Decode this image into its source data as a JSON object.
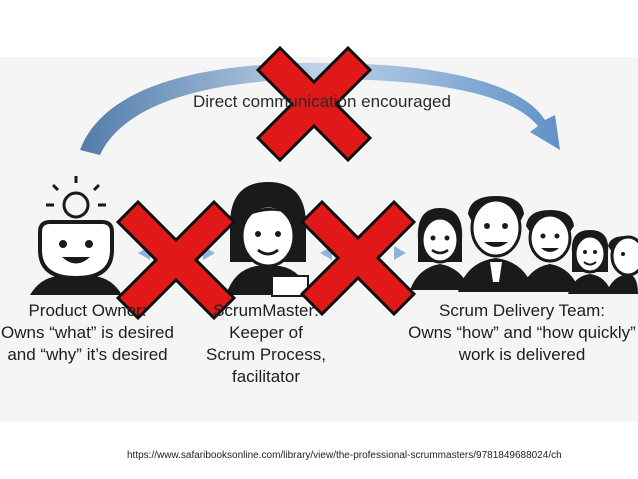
{
  "arc_label": "Direct communication encouraged",
  "roles": {
    "owner": {
      "lines": [
        "Product Owner:",
        "Owns “what” is desired",
        "and “why” it’s desired"
      ]
    },
    "master": {
      "lines": [
        "ScrumMaster:",
        "Keeper of",
        "Scrum Process,",
        "facilitator"
      ]
    },
    "team": {
      "lines": [
        "Scrum Delivery Team:",
        "Owns “how” and “how quickly”",
        "work is delivered"
      ]
    }
  },
  "source_url": "https://www.safaribooksonline.com/library/view/the-professional-scrummasters/9781849688024/ch",
  "colors": {
    "arc": "#5a8fc4",
    "cross": "#e01818",
    "cross_outline": "#111111",
    "figure": "#1a1a1a",
    "connector": "#8fb4dc"
  },
  "icons": [
    "lightbulb-icon",
    "person-icon",
    "cross-mark-icon"
  ]
}
